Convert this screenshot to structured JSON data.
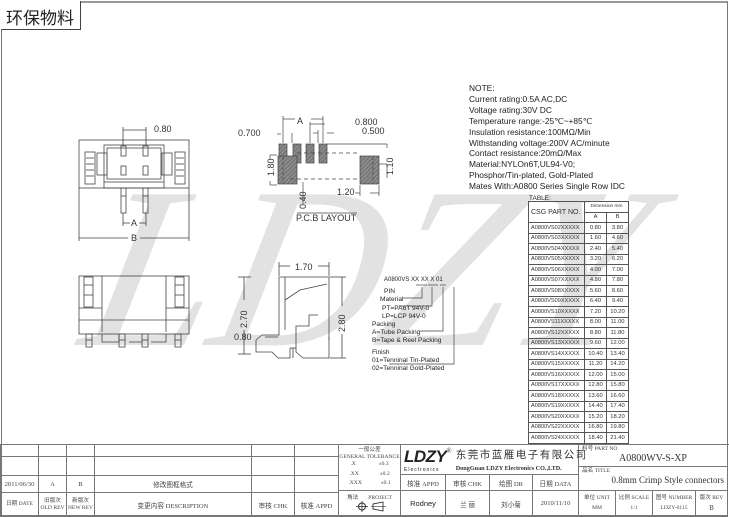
{
  "badge": {
    "eco_label": "环保物料"
  },
  "watermark": {
    "text": "LDZY"
  },
  "notes": {
    "heading": "NOTE:",
    "lines": [
      "Current rating:0.5A AC,DC",
      "Voltage rating:30V DC",
      "Temperature range:-25℃~+85℃",
      "Insulation resistance:100MΩ/Min",
      "Withstanding voltage:200V AC/minute",
      "Contact resistance:20mΩ/Max",
      "Material:NYLOn6T,UL94-V0;",
      "Phosphor/Tin-plated, Gold-Plated",
      "Mates With:A0800 Series Single Row IDC"
    ]
  },
  "dimension_table": {
    "label": "TABLE:",
    "header_part": "CSG PART NO.",
    "header_dimension": "Dimension mm",
    "header_a": "A",
    "header_b": "B",
    "rows": [
      {
        "part": "A0800VS02XXXXX",
        "a": "0.80",
        "b": "3.80"
      },
      {
        "part": "A0800VS03XXXXX",
        "a": "1.60",
        "b": "4.60"
      },
      {
        "part": "A0800VS04XXXXX",
        "a": "2.40",
        "b": "5.40"
      },
      {
        "part": "A0800VS05XXXXX",
        "a": "3.20",
        "b": "6.20"
      },
      {
        "part": "A0800VS06XXXXX",
        "a": "4.00",
        "b": "7.00"
      },
      {
        "part": "A0800VS07XXXXX",
        "a": "4.80",
        "b": "7.80"
      },
      {
        "part": "A0800VS08XXXXX",
        "a": "5.60",
        "b": "8.60"
      },
      {
        "part": "A0800VS09XXXXX",
        "a": "6.40",
        "b": "9.40"
      },
      {
        "part": "A0800VS10XXXXX",
        "a": "7.20",
        "b": "10.20"
      },
      {
        "part": "A0800VS11XXXXX",
        "a": "8.00",
        "b": "11.00"
      },
      {
        "part": "A0800VS12XXXXX",
        "a": "8.80",
        "b": "11.80"
      },
      {
        "part": "A0800VS13XXXXX",
        "a": "9.60",
        "b": "12.00"
      },
      {
        "part": "A0800VS14XXXXX",
        "a": "10.40",
        "b": "13.40"
      },
      {
        "part": "A0800VS15XXXXX",
        "a": "11.20",
        "b": "14.20"
      },
      {
        "part": "A0800VS16XXXXX",
        "a": "12.00",
        "b": "15.00"
      },
      {
        "part": "A0800VS17XXXXX",
        "a": "12.80",
        "b": "15.80"
      },
      {
        "part": "A0800VS18XXXXX",
        "a": "13.60",
        "b": "16.60"
      },
      {
        "part": "A0800VS19XXXXX",
        "a": "14.40",
        "b": "17.40"
      },
      {
        "part": "A0800VS20XXXXX",
        "a": "15.20",
        "b": "18.20"
      },
      {
        "part": "A0800VS22XXXXX",
        "a": "16.80",
        "b": "19.80"
      },
      {
        "part": "A0800VS24XXXXX",
        "a": "18.40",
        "b": "21.40"
      }
    ]
  },
  "ordering_code": {
    "code": "A0800VS XX XX X 01",
    "pin": "PIN",
    "material": "Material",
    "material_pt": "PT=PA6T 94V-0",
    "material_lp": "LP=LCP 94V-0",
    "packing": "Packing",
    "packing_a": "A=Tube Packing",
    "packing_b": "B=Tape & Reel Packing",
    "finish": "Finish",
    "finish_01": "01=Tenninal Tin-Plated",
    "finish_02": "02=Tenninal Gold-Plated"
  },
  "dimensions": {
    "front_pitch": "0.80",
    "front_a": "A",
    "front_b": "B",
    "pcb_a": "A",
    "pcb_0800": "0.800",
    "pcb_0500": "0.500",
    "pcb_0700": "0.700",
    "pcb_180": "1.80",
    "pcb_110": "1.10",
    "pcb_120": "1.20",
    "pcb_040": "0.40",
    "pcb_title": "P.C.B  LAYOUT",
    "side_170": "1.70",
    "side_270": "2.70",
    "side_280": "2.80",
    "side_080": "0.80"
  },
  "title_block": {
    "revision": {
      "date": "2011/06/30",
      "old_rev": "A",
      "new_rev": "B",
      "description": "修改图框格式"
    },
    "headers": {
      "date": "日期 DATE",
      "old_rev_cn": "旧版次",
      "old_rev_en": "OLD REV",
      "new_rev_cn": "新版次",
      "new_rev_en": "NEW REV",
      "description": "变更内容 DESCRIPTION",
      "chk": "审核 CHK",
      "appd": "核准 APPD"
    },
    "tolerance": {
      "title_cn": "一般公差",
      "title_en": "GENERAL TOLERANCE",
      "x": ".X",
      "x_val": "±0.3",
      "xx": ".XX",
      "xx_val": "±0.2",
      "xxx": ".XXX",
      "xxx_val": "±0.1"
    },
    "projection": {
      "label_cn": "角法",
      "label_en": "PROJECT"
    },
    "company": {
      "logo": "LDZY",
      "logo_reg": "®",
      "logo_sub": "Electronics",
      "name_cn": "东莞市蓝雁电子有限公司",
      "name_en": "DongGuan LDZY Electronics CO.,LTD."
    },
    "approval": {
      "appd_label": "核准 APPD",
      "chk_label": "审核 CHK",
      "dr_label": "绘图 DR",
      "date_label": "日期 DATA",
      "appd_value": "Rodney",
      "chk_value": "兰 丽",
      "dr_value": "刘小菊",
      "date_value": "2010/11/10"
    },
    "part_no": {
      "label": "料号 PART NO",
      "value": "A0800WV-S-XP"
    },
    "title": {
      "label": "品名 TITLE",
      "value": "0.8mm Crimp Style connectors"
    },
    "unit": {
      "label": "单位 UNIT",
      "value": "MM"
    },
    "scale": {
      "label": "比例 SCALE",
      "value": "1/1"
    },
    "number": {
      "label": "图号 NUMBER",
      "value": "LDZY-0115"
    },
    "rev": {
      "label": "版次 REV",
      "value": "B"
    }
  }
}
